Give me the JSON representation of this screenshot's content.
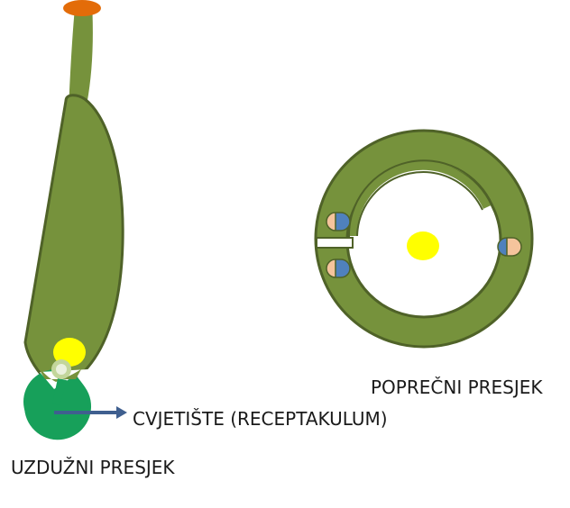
{
  "labels": {
    "receptacle": "CVJETIŠTE (RECEPTAKULUM)",
    "cross_section": "POPREČNI PRESJEK",
    "longitudinal_section": "UZDUŽNI PRESJEK"
  },
  "colors": {
    "tissue": "#76923c",
    "outline": "#4f6228",
    "stigma": "#e36c09",
    "ovule": "#ffff00",
    "receptacle": "#17a05a",
    "arrow": "#3f5f8f",
    "ovule_blue": "#4f81bd",
    "ovule_peach": "#f5c49c"
  }
}
